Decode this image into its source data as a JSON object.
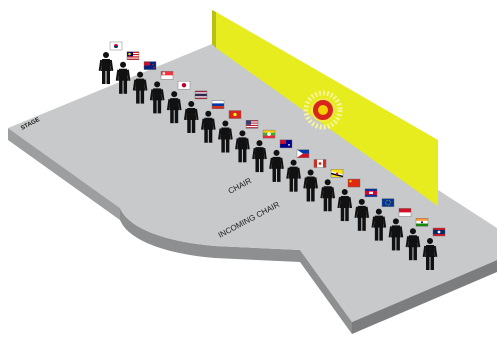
{
  "labels": {
    "stage": "STAGE",
    "chair": "CHAIR",
    "incoming_chair": "INCOMING CHAIR"
  },
  "colors": {
    "backdrop": "#e6ec1e",
    "backdrop_side": "#b8c014",
    "stage_top": "#c9cacb",
    "stage_side": "#a4a5a7",
    "stage_front": "#8e8f91",
    "figure": "#111111",
    "emblem_ring": "#f3f06a",
    "emblem_center": "#d9261c"
  },
  "flags": [
    {
      "country": "South Korea",
      "icon": "flag-south-korea"
    },
    {
      "country": "Malaysia",
      "icon": "flag-malaysia"
    },
    {
      "country": "New Zealand",
      "icon": "flag-new-zealand"
    },
    {
      "country": "Singapore",
      "icon": "flag-singapore"
    },
    {
      "country": "Japan",
      "icon": "flag-japan"
    },
    {
      "country": "Thailand",
      "icon": "flag-thailand"
    },
    {
      "country": "Russia",
      "icon": "flag-russia"
    },
    {
      "country": "Vietnam",
      "icon": "flag-vietnam"
    },
    {
      "country": "United States",
      "icon": "flag-usa"
    },
    {
      "country": "Myanmar",
      "icon": "flag-myanmar"
    },
    {
      "country": "Australia",
      "icon": "flag-australia"
    },
    {
      "country": "Philippines",
      "icon": "flag-philippines"
    },
    {
      "country": "Canada",
      "icon": "flag-canada"
    },
    {
      "country": "Brunei",
      "icon": "flag-brunei"
    },
    {
      "country": "China",
      "icon": "flag-china"
    },
    {
      "country": "Cambodia",
      "icon": "flag-cambodia"
    },
    {
      "country": "European Union",
      "icon": "flag-eu"
    },
    {
      "country": "Indonesia",
      "icon": "flag-indonesia"
    },
    {
      "country": "India",
      "icon": "flag-india"
    },
    {
      "country": "Laos",
      "icon": "flag-laos"
    }
  ]
}
